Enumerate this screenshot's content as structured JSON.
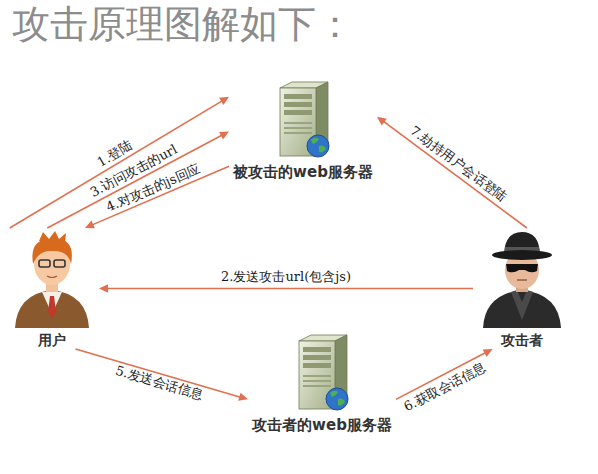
{
  "diagram": {
    "title": "攻击原理图解如下：",
    "nodes": [
      {
        "text": [
          "被攻击的web服务器"
        ]
      },
      {
        "text": [
          "用户"
        ]
      },
      {
        "text": [
          "攻击者"
        ]
      },
      {
        "text": [
          "攻击者的web服务器"
        ]
      }
    ],
    "edges": [
      {
        "from": 1,
        "to": 0,
        "arrow": "to",
        "label": "1.登陆"
      },
      {
        "from": 1,
        "to": 0,
        "arrow": "to",
        "label": "3.访问攻击的url"
      },
      {
        "from": 0,
        "to": 1,
        "arrow": "to",
        "label": "4.对攻击的js回应"
      },
      {
        "from": 2,
        "to": 1,
        "arrow": "to",
        "label": "2.发送攻击url(包含js)"
      },
      {
        "from": 1,
        "to": 3,
        "arrow": "to",
        "label": "5.发送会话信息"
      },
      {
        "from": 3,
        "to": 2,
        "arrow": "to",
        "label": "6.获取会话信息"
      },
      {
        "from": 2,
        "to": 0,
        "arrow": "to",
        "label": "7.劫持用户会话登陆"
      }
    ]
  }
}
